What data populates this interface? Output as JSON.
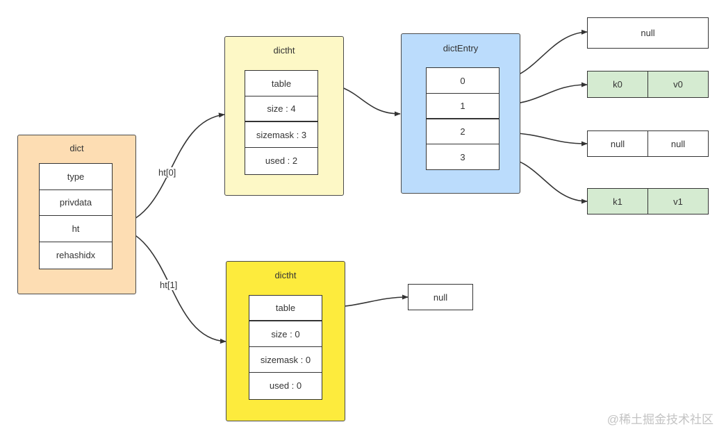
{
  "dict": {
    "title": "dict",
    "fields": [
      "type",
      "privdata",
      "ht",
      "rehashidx"
    ],
    "color": "#fdddb3"
  },
  "ht0": {
    "title": "dictht",
    "fields": [
      "table",
      "size : 4",
      "sizemask : 3",
      "used : 2"
    ],
    "color": "#fdf8c6"
  },
  "ht1": {
    "title": "dictht",
    "fields": [
      "table",
      "size : 0",
      "sizemask : 0",
      "used : 0"
    ],
    "color": "#fdeb3d"
  },
  "entry": {
    "title": "dictEntry",
    "slots": [
      "0",
      "1",
      "2",
      "3"
    ],
    "color": "#bbdcfc"
  },
  "edges": {
    "ht0_label": "ht[0]",
    "ht1_label": "ht[1]"
  },
  "nodes": {
    "slot0": {
      "text": "null"
    },
    "slot1": {
      "key": "k0",
      "value": "v0"
    },
    "slot2": {
      "key": "null",
      "value": "null"
    },
    "slot3": {
      "key": "k1",
      "value": "v1"
    },
    "ht1_table": {
      "text": "null"
    }
  },
  "entry_node_color": "#d5ebd1",
  "watermark": "@稀土掘金技术社区"
}
